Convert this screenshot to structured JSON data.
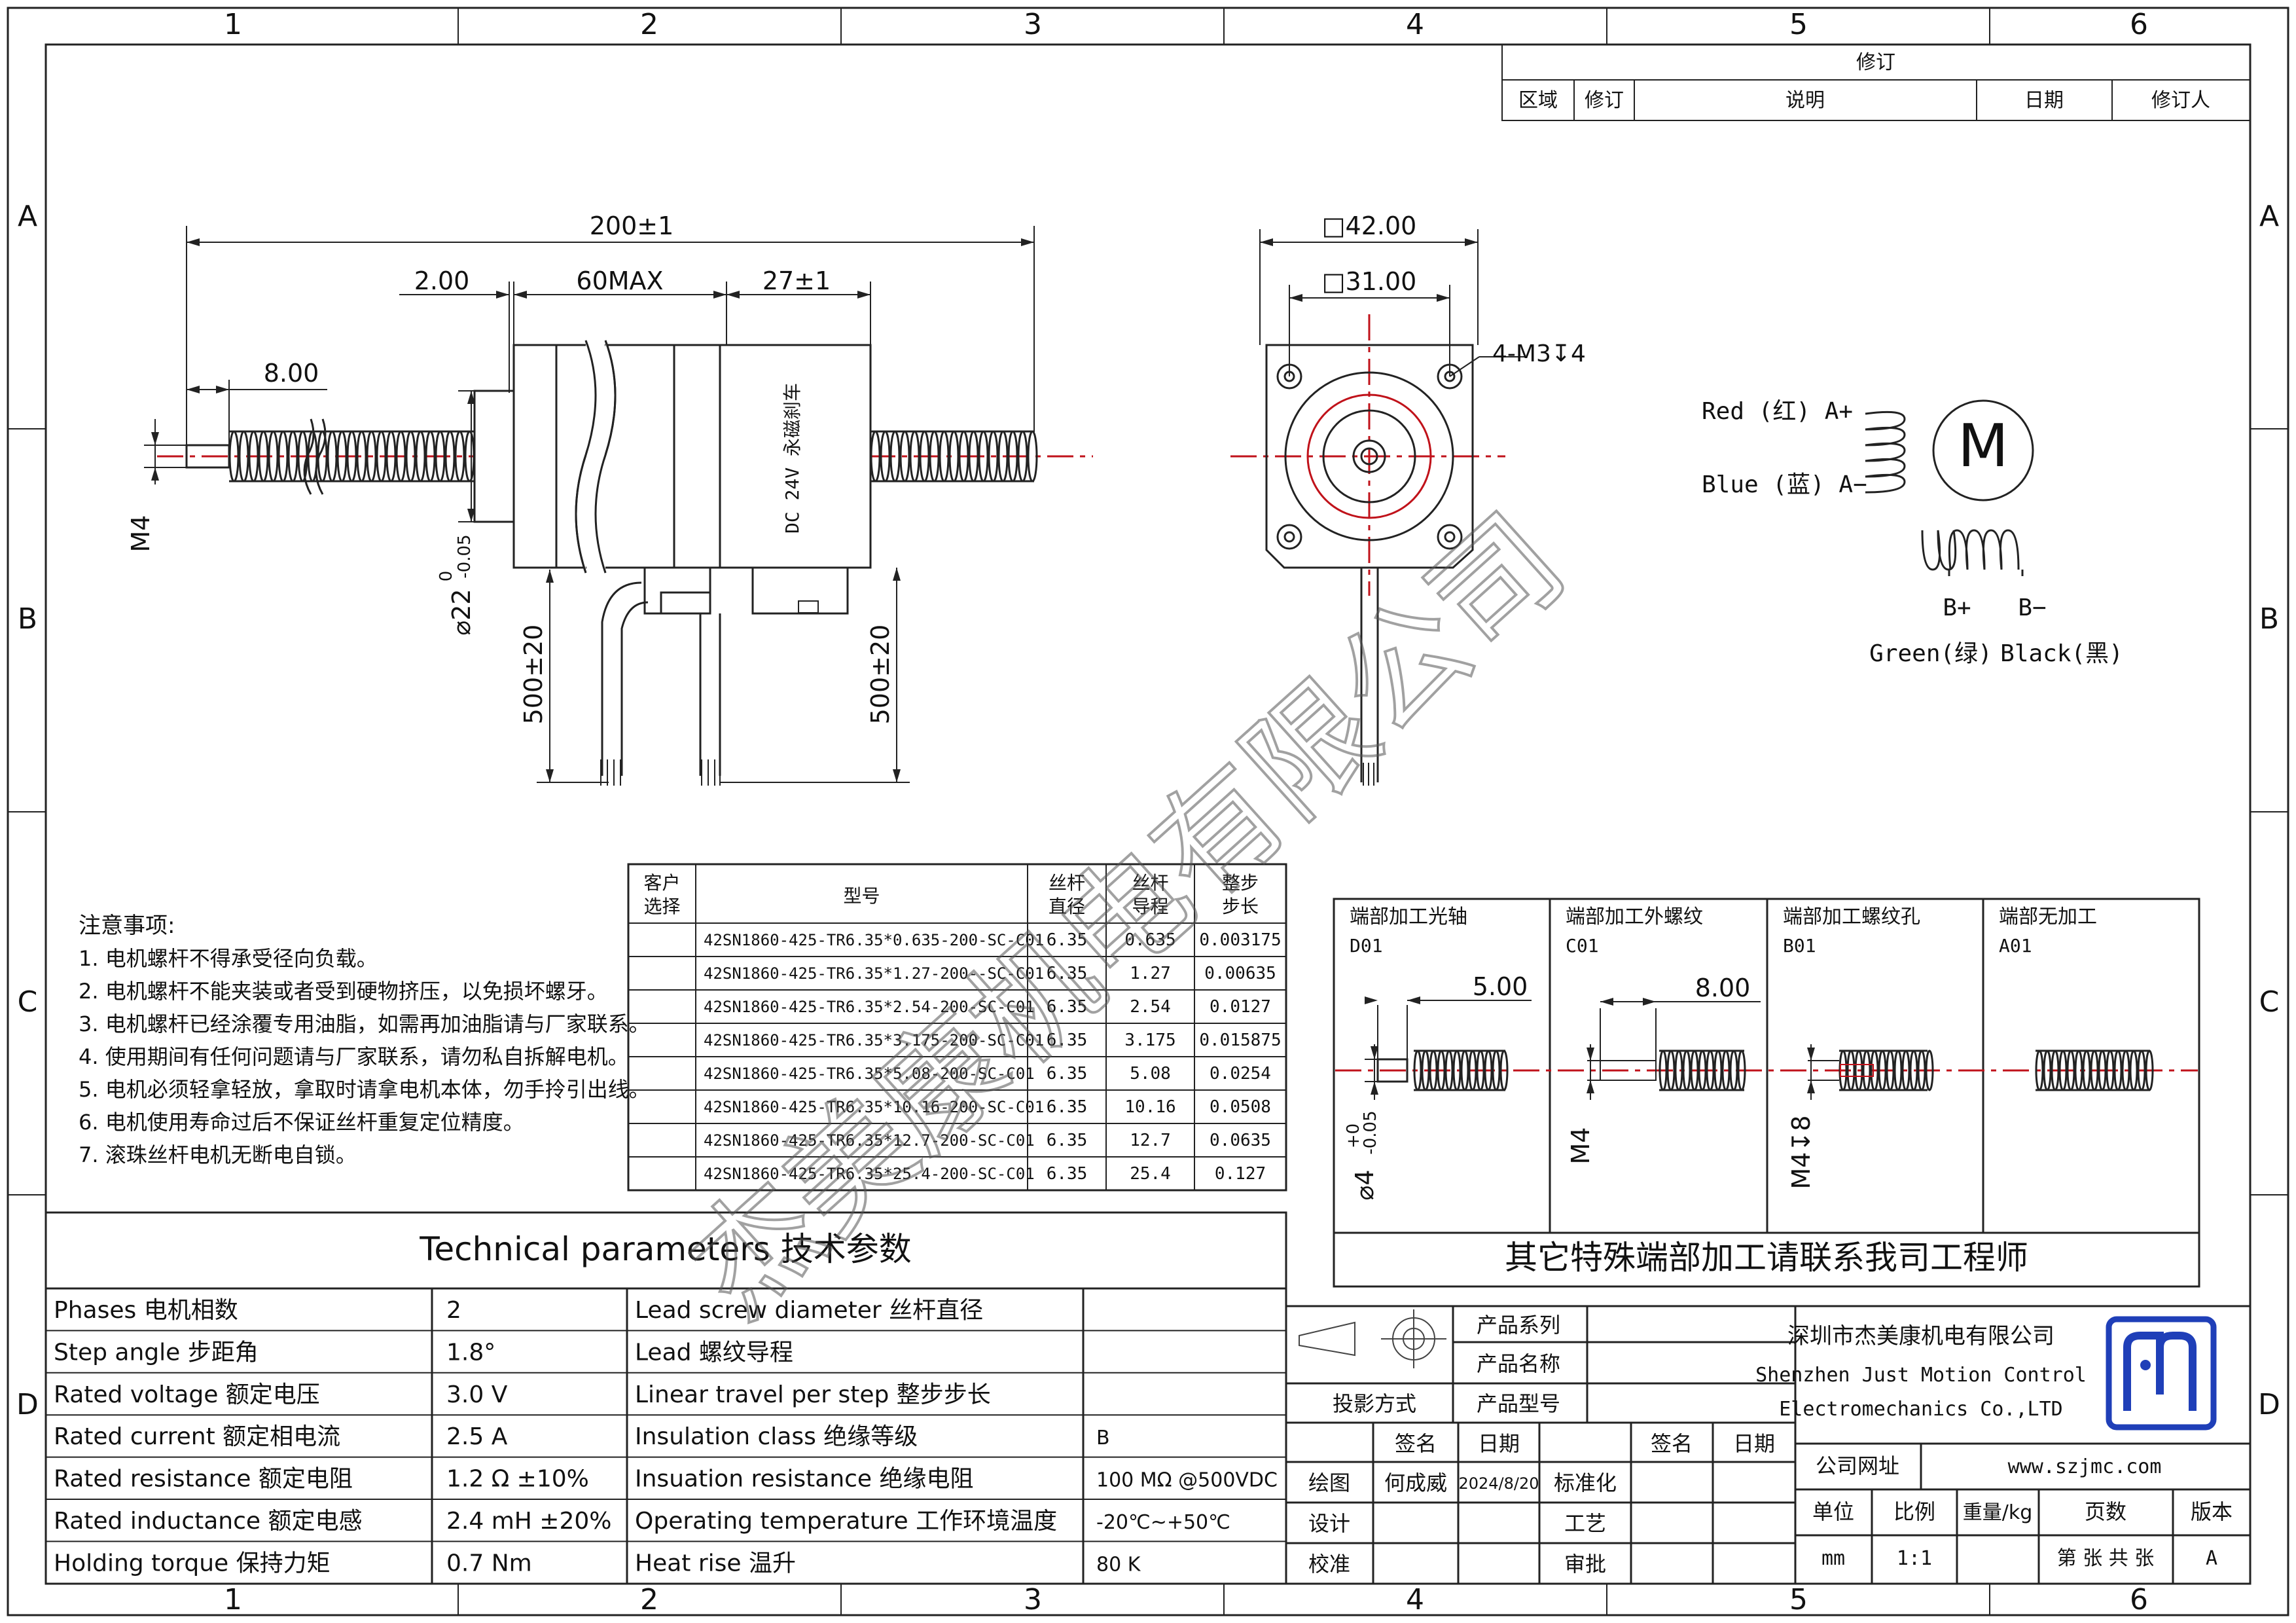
{
  "grid": {
    "columns": [
      "1",
      "2",
      "3",
      "4",
      "5",
      "6"
    ],
    "rows": [
      "A",
      "B",
      "C",
      "D"
    ]
  },
  "revision": {
    "title": "修订",
    "headers": [
      "区域",
      "修订",
      "说明",
      "日期",
      "修订人"
    ]
  },
  "dims": {
    "total_length": "200±1",
    "shaft_end": "2.00",
    "body_length": "60MAX",
    "rear_length": "27±1",
    "front_length": "8.00",
    "thread": "M4",
    "boss_dia": "⌀22",
    "boss_tol_upper": "0",
    "boss_tol_lower": "-0.05",
    "lead_len_left": "500±20",
    "lead_len_right": "500±20",
    "frame": "□42.00",
    "hole_pitch": "□31.00",
    "mount_holes": "4-M3↧4",
    "brake_label": "DC 24V 永磁刹车"
  },
  "wiring": {
    "red": "Red (红) A+",
    "blue": "Blue (蓝) A−",
    "motor": "M",
    "bplus": "B+",
    "bminus": "B−",
    "green": "Green(绿)",
    "black": "Black(黑)"
  },
  "model_table": {
    "headers": [
      "客户\n选择",
      "型号",
      "丝杆\n直径",
      "丝杆\n导程",
      "整步\n步长"
    ],
    "header_lines": [
      [
        "客户",
        "选择"
      ],
      [
        "型号"
      ],
      [
        "丝杆",
        "直径"
      ],
      [
        "丝杆",
        "导程"
      ],
      [
        "整步",
        "步长"
      ]
    ],
    "rows": [
      [
        "",
        "42SN1860-425-TR6.35*0.635-200-SC-C01",
        "6.35",
        "0.635",
        "0.003175"
      ],
      [
        "",
        "42SN1860-425-TR6.35*1.27-200--SC-C01",
        "6.35",
        "1.27",
        "0.00635"
      ],
      [
        "",
        "42SN1860-425-TR6.35*2.54-200-SC-C01",
        "6.35",
        "2.54",
        "0.0127"
      ],
      [
        "",
        "42SN1860-425-TR6.35*3.175-200-SC-C01",
        "6.35",
        "3.175",
        "0.015875"
      ],
      [
        "",
        "42SN1860-425-TR6.35*5.08-200-SC-C01",
        "6.35",
        "5.08",
        "0.0254"
      ],
      [
        "",
        "42SN1860-425-TR6.35*10.16-200-SC-C01",
        "6.35",
        "10.16",
        "0.0508"
      ],
      [
        "",
        "42SN1860-425-TR6.35*12.7-200-SC-C01",
        "6.35",
        "12.7",
        "0.0635"
      ],
      [
        "",
        "42SN1860-425-TR6.35*25.4-200-SC-C01",
        "6.35",
        "25.4",
        "0.127"
      ]
    ]
  },
  "notes": {
    "title": "注意事项:",
    "items": [
      "1. 电机螺杆不得承受径向负载。",
      "2. 电机螺杆不能夹装或者受到硬物挤压，以免损坏螺牙。",
      "3. 电机螺杆已经涂覆专用油脂，如需再加油脂请与厂家联系。",
      "4. 使用期间有任何问题请与厂家联系，请勿私自拆解电机。",
      "5. 电机必须轻拿轻放，拿取时请拿电机本体，勿手拎引出线。",
      "6. 电机使用寿命过后不保证丝杆重复定位精度。",
      "7. 滚珠丝杆电机无断电自锁。"
    ]
  },
  "end_options": {
    "items": [
      {
        "title": "端部加工光轴",
        "code": "D01",
        "dim": "5.00",
        "side": "⌀4",
        "tol_up": "+0",
        "tol_low": "-0.05"
      },
      {
        "title": "端部加工外螺纹",
        "code": "C01",
        "dim": "8.00",
        "side": "M4"
      },
      {
        "title": "端部加工螺纹孔",
        "code": "B01",
        "side": "M4↧8"
      },
      {
        "title": "端部无加工",
        "code": "A01"
      }
    ],
    "footer": "其它特殊端部加工请联系我司工程师"
  },
  "tech": {
    "title": "Technical parameters 技术参数",
    "rows": [
      [
        "Phases 电机相数",
        "2",
        "Lead screw diameter 丝杆直径",
        ""
      ],
      [
        "Step angle 步距角",
        "1.8°",
        "Lead 螺纹导程",
        ""
      ],
      [
        "Rated voltage 额定电压",
        "3.0 V",
        "Linear travel per step 整步步长",
        ""
      ],
      [
        "Rated current 额定相电流",
        "2.5 A",
        "Insulation class 绝缘等级",
        "B"
      ],
      [
        "Rated resistance 额定电阻",
        "1.2 Ω  ±10%",
        "Insuation resistance 绝缘电阻",
        "100 MΩ @500VDC"
      ],
      [
        "Rated inductance 额定电感",
        "2.4 mH ±20%",
        "Operating temperature 工作环境温度",
        "-20℃~+50℃"
      ],
      [
        "Holding torque 保持力矩",
        "0.7 Nm",
        "Heat rise 温升",
        "80 K"
      ]
    ]
  },
  "title_block": {
    "product_series": "产品系列",
    "product_name": "产品名称",
    "product_model": "产品型号",
    "projection": "投影方式",
    "sign": "签名",
    "date": "日期",
    "draw": "绘图",
    "drawer": "何成威",
    "draw_date": "2024/8/20",
    "standard": "标准化",
    "design": "设计",
    "process": "工艺",
    "check": "校准",
    "approve": "审批",
    "sign2": "签名",
    "date2": "日期",
    "company_cn": "深圳市杰美康机电有限公司",
    "company_en1": "Shenzhen Just Motion Control",
    "company_en2": "Electromechanics Co.,LTD",
    "website_label": "公司网址",
    "website": "www.szjmc.com",
    "unit_label": "单位",
    "scale_label": "比例",
    "weight_label": "重量/kg",
    "pages_label": "页数",
    "version_label": "版本",
    "unit": "mm",
    "scale": "1:1",
    "pages": "第 张 共 张",
    "version": "A",
    "logo_color": "#1f3fb8"
  },
  "watermark": "杰美康机电有限公司"
}
